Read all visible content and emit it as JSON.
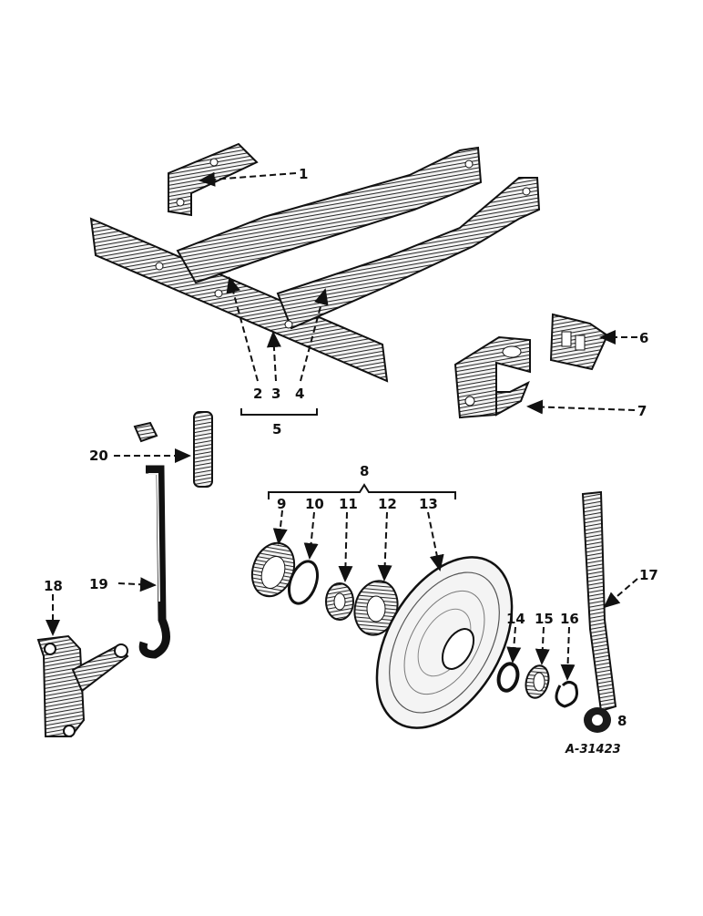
{
  "diagram": {
    "reference": "A-31423",
    "callouts": [
      "1",
      "2",
      "3",
      "4",
      "5",
      "6",
      "7",
      "8",
      "9",
      "10",
      "11",
      "12",
      "13",
      "14",
      "15",
      "16",
      "17",
      "18",
      "19",
      "20"
    ],
    "extra_mark": "8"
  }
}
